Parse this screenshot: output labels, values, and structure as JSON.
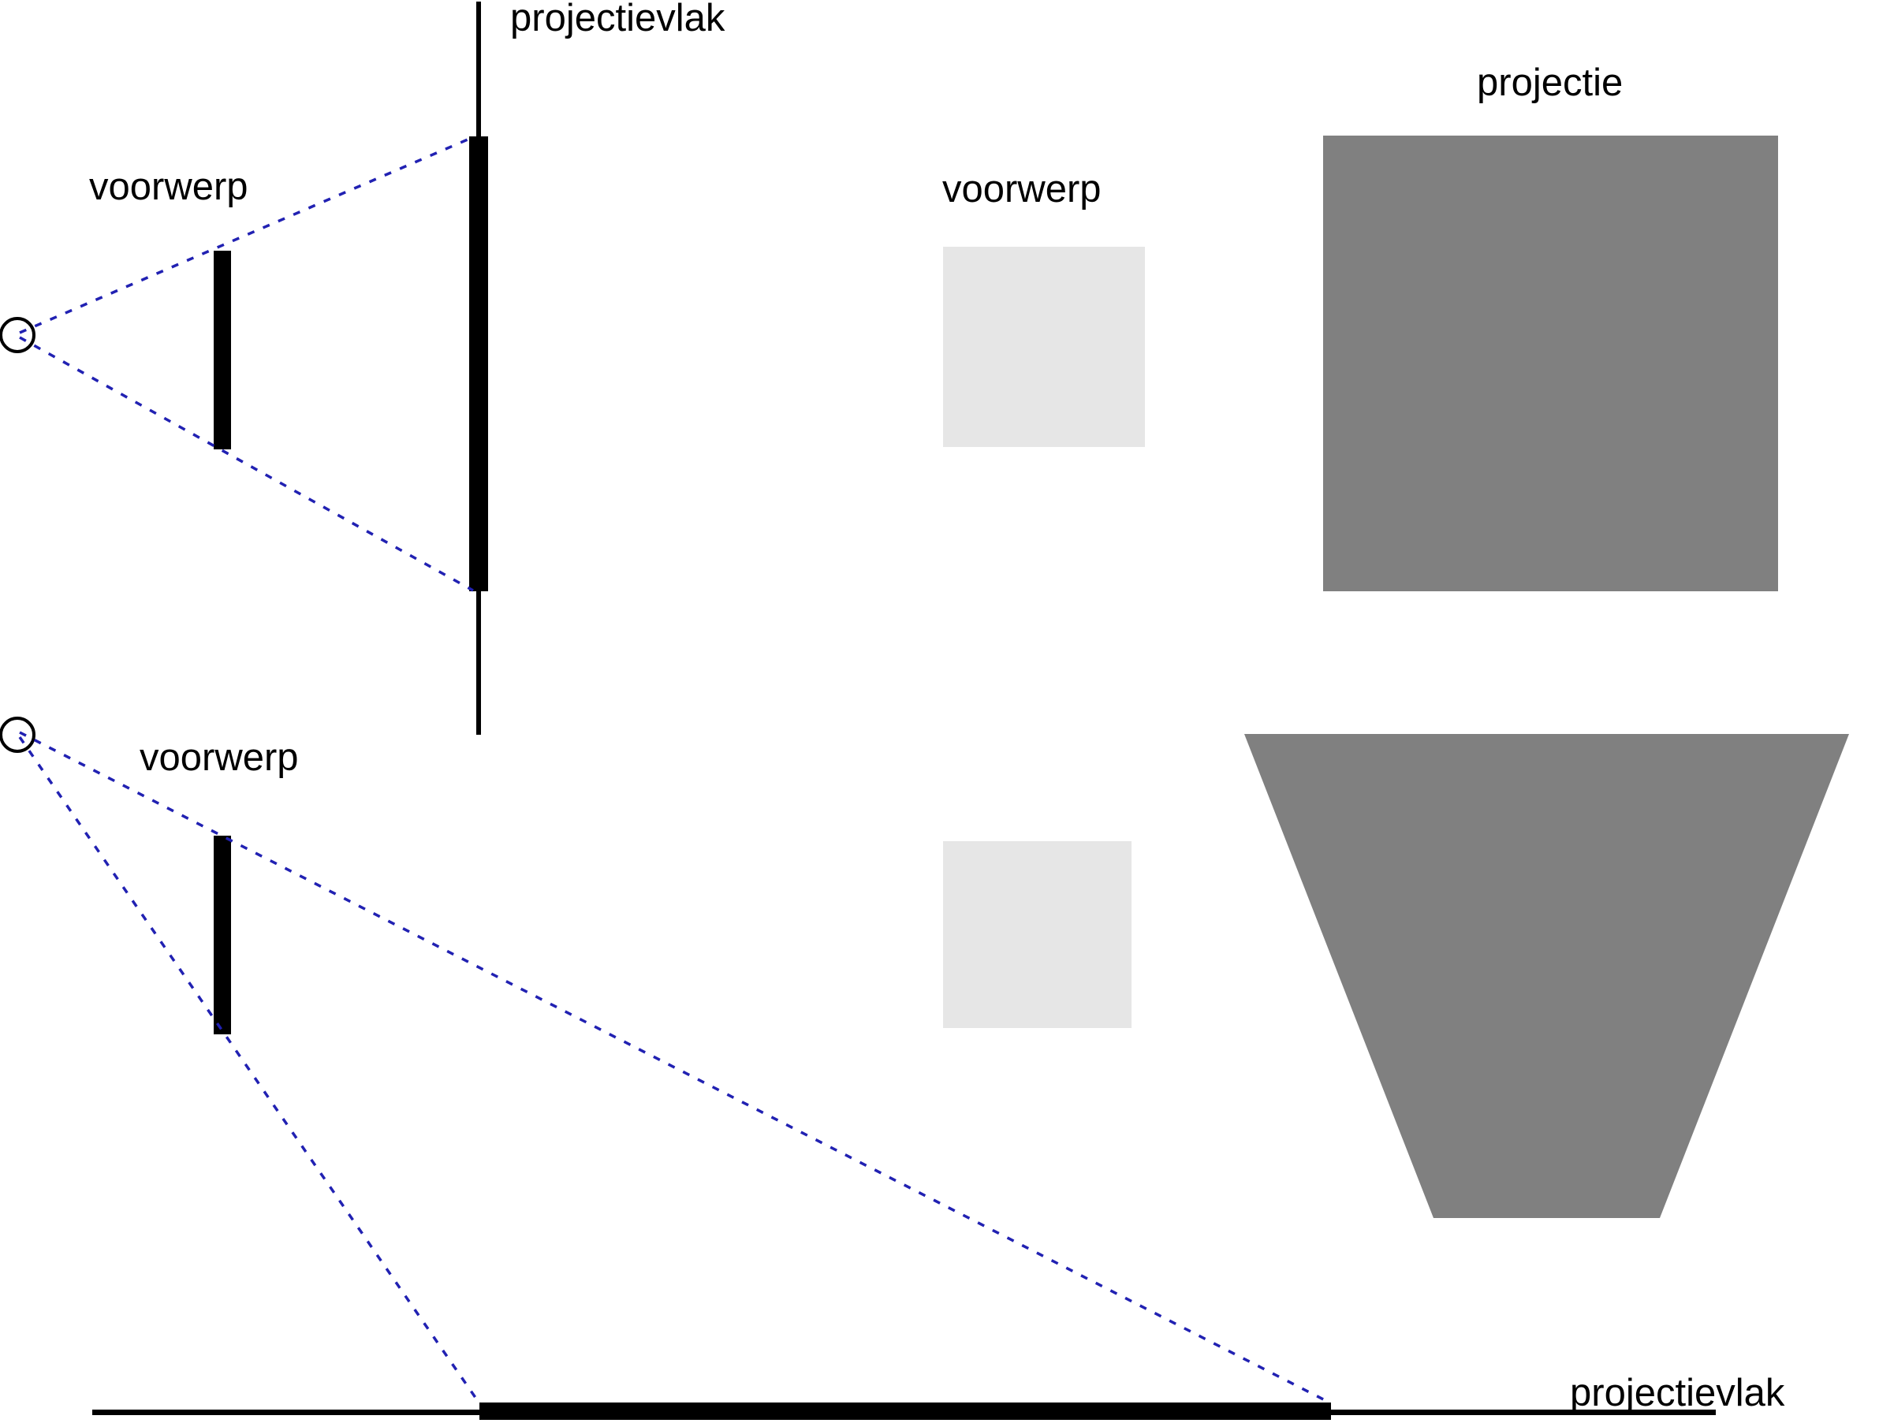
{
  "diagram": {
    "description": "central projection diagram (perpendicular vs oblique projection plane)",
    "labels": {
      "top_plane": "projectievlak",
      "top_object": "voorwerp",
      "right_object_top": "voorwerp",
      "right_projection": "projectie",
      "bottom_object": "voorwerp",
      "bottom_plane": "projectievlak"
    },
    "colors": {
      "ink": "#000000",
      "ray": "#2121b2",
      "object_fill": "#e6e6e6",
      "projection_fill": "#808080",
      "background": "#ffffff"
    }
  }
}
